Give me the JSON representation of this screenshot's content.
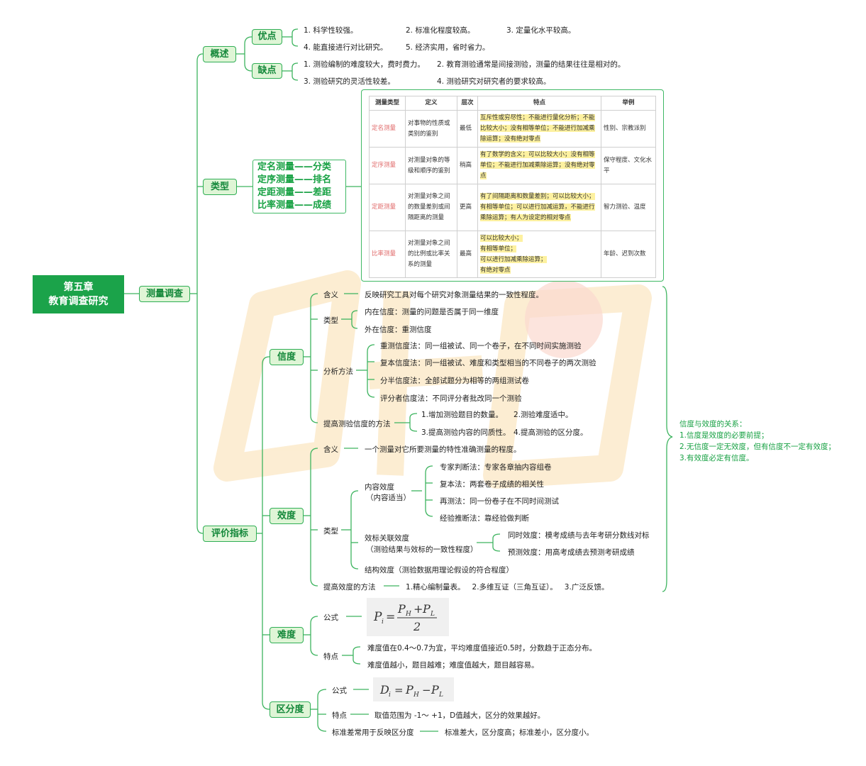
{
  "root": {
    "line1": "第五章",
    "line2": "教育调查研究"
  },
  "l1": {
    "label": "测量调查"
  },
  "overview": {
    "label": "概述",
    "pros": {
      "label": "优点",
      "items": [
        "1. 科学性较强。",
        "2. 标准化程度较高。",
        "3. 定量化水平较高。",
        "4. 能直接进行对比研究。",
        "5. 经济实用，省时省力。"
      ]
    },
    "cons": {
      "label": "缺点",
      "items": [
        "1. 测验编制的难度较大，费时费力。",
        "2. 教育测验通常是间接测验，测量的结果往往是相对的。",
        "3. 测验研究的灵活性较差。",
        "4. 测验研究对研究者的要求较高。"
      ]
    }
  },
  "types": {
    "label": "类型",
    "list": [
      "定名测量——分类",
      "定序测量——排名",
      "定距测量——差距",
      "比率测量——成绩"
    ],
    "table": {
      "headers": [
        "测量类型",
        "定义",
        "层次",
        "特点",
        "举例"
      ],
      "rows": [
        {
          "type": "定名测量",
          "def": "对事物的性质或类别的鉴别",
          "level": "最低",
          "feat": "互斥性或穷尽性；不能进行量化分析；不能比较大小；没有相等单位；不能进行加减乘除运算；没有绝对零点",
          "ex": "性别、宗教派别"
        },
        {
          "type": "定序测量",
          "def": "对测量对象的等级和顺序的鉴别",
          "level": "稍高",
          "feat": "有了数学的含义；可以比较大小；没有相等单位；不能进行加减乘除运算；没有绝对零点",
          "ex": "保守程度、文化水平"
        },
        {
          "type": "定距测量",
          "def": "对测量对象之间的数量差别或间隔距离的测量",
          "level": "更高",
          "feat": "有了间隔距离和数量差别；可以比较大小；有相等单位；可以进行加减运算，不能进行乘除运算；有人为设定的相对零点",
          "ex": "智力测验、温度"
        },
        {
          "type": "比率测量",
          "def": "对测量对象之间的比例或比率关系的测量",
          "level": "最高",
          "feat": "可以比较大小；\n有相等单位；\n可以进行加减乘除运算；\n有绝对零点",
          "ex": "年龄、迟到次数"
        }
      ]
    }
  },
  "eval": {
    "label": "评价指标",
    "reliability": {
      "label": "信度",
      "meaning_k": "含义",
      "meaning_v": "反映研究工具对每个研究对象测量结果的一致性程度。",
      "type_k": "类型",
      "types": [
        "内在信度：测量的问题是否属于同一维度",
        "外在信度：重测信度"
      ],
      "method_k": "分析方法",
      "methods": [
        "重测信度法：同一组被试、同一个卷子，在不同时间实施测验",
        "复本信度法：同一组被试、难度和类型相当的不同卷子的两次测验",
        "分半信度法：全部试题分为相等的两组测试卷",
        "评分者信度法：不同评分者批改同一个测验"
      ],
      "improve_k": "提高测验信度的方法",
      "improve": [
        "1.增加测验题目的数量。",
        "2.测验难度适中。",
        "3.提高测验内容的同质性。",
        "4.提高测验的区分度。"
      ]
    },
    "validity": {
      "label": "效度",
      "meaning_k": "含义",
      "meaning_v": "一个测量对它所要测量的特性准确测量的程度。",
      "type_k": "类型",
      "content_k1": "内容效度",
      "content_k2": "（内容适当）",
      "content": [
        "专家判断法：专家各章抽内容组卷",
        "复本法：两套卷子成绩的相关性",
        "再测法：同一份卷子在不同时间测试",
        "经验推断法：靠经验做判断"
      ],
      "crit_k1": "效标关联效度",
      "crit_k2": "（测验结果与效标的一致性程度）",
      "crit": [
        "同时效度：模考成绩与去年考研分数线对标",
        "预测效度：用高考成绩去预测考研成绩"
      ],
      "struct": "结构效度（测验数据用理论假设的符合程度）",
      "improve_k": "提高效度的方法",
      "improve": "1.精心编制量表。   2.多维互证（三角互证）。   3.广泛反馈。"
    },
    "relation": {
      "title": "信度与效度的关系：",
      "items": [
        "1.信度是效度的必要前提；",
        "2.无信度一定无效度，但有信度不一定有效度；",
        "3.有效度必定有信度。"
      ]
    },
    "difficulty": {
      "label": "难度",
      "formula_k": "公式",
      "feat_k": "特点",
      "feats": [
        "难度值在0.4～0.7为宜，平均难度值接近0.5时，分数趋于正态分布。",
        "难度值越小，题目越难；难度值越大，题目越容易。"
      ]
    },
    "discrimination": {
      "label": "区分度",
      "formula_k": "公式",
      "feat_k": "特点",
      "feat": "取值范围为 -1～ +1，D值越大，区分的效果越好。",
      "sd_k": "标准差常用于反映区分度",
      "sd_v": "标准差大，区分度高；标准差小，区分度小。"
    }
  },
  "colors": {
    "accent": "#1ba34a",
    "highlight": "#fdf1a0",
    "red": "#e06a6a"
  }
}
